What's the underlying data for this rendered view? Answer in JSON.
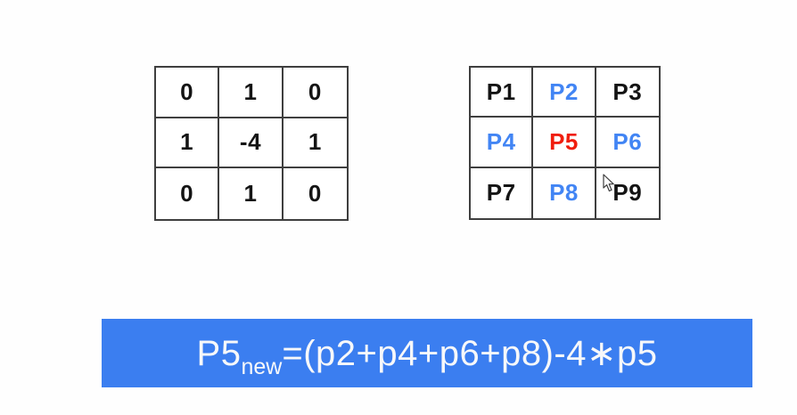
{
  "kernel_grid": {
    "description": "laplacian-kernel",
    "rows": [
      [
        "0",
        "1",
        "0"
      ],
      [
        "1",
        "-4",
        "1"
      ],
      [
        "0",
        "1",
        "0"
      ]
    ]
  },
  "pixel_grid": {
    "description": "pixel-neighborhood",
    "rows": [
      [
        {
          "label": "P1",
          "color": "black"
        },
        {
          "label": "P2",
          "color": "blue"
        },
        {
          "label": "P3",
          "color": "black"
        }
      ],
      [
        {
          "label": "P4",
          "color": "blue"
        },
        {
          "label": "P5",
          "color": "red"
        },
        {
          "label": "P6",
          "color": "blue"
        }
      ],
      [
        {
          "label": "P7",
          "color": "black"
        },
        {
          "label": "P8",
          "color": "blue"
        },
        {
          "label": "P9",
          "color": "black"
        }
      ]
    ]
  },
  "formula": {
    "base": "P5",
    "subscript": "new",
    "expression": "=(p2+p4+p6+p8)-4∗p5"
  },
  "colors": {
    "banner_background": "#3b7ef0",
    "highlight_blue": "#4285f4",
    "highlight_red": "#f01e0e",
    "grid_border": "#3f3f3f",
    "text_dark": "#141414",
    "formula_text": "#f7f8fa"
  }
}
